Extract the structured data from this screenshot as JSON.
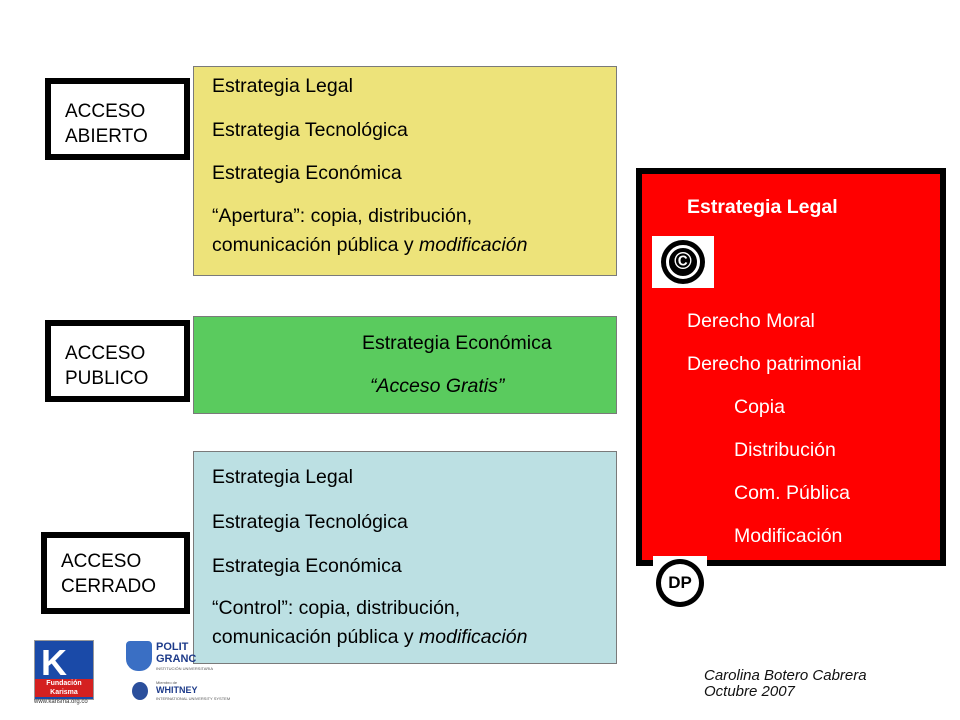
{
  "labels": {
    "open": [
      "ACCESO",
      "ABIERTO"
    ],
    "public": [
      "ACCESO",
      "PUBLICO"
    ],
    "closed": [
      "ACCESO",
      "CERRADO"
    ]
  },
  "open_panel": {
    "lines": [
      "Estrategia Legal",
      "Estrategia Tecnológica",
      "Estrategia Económica"
    ],
    "quote": "“Apertura”: copia, distribución,",
    "last_prefix": "comunicación pública y ",
    "last_emph": "modificación"
  },
  "public_panel": {
    "line1": "Estrategia Económica",
    "line2": "“Acceso Gratis”"
  },
  "closed_panel": {
    "lines": [
      "Estrategia Legal",
      "Estrategia Tecnológica",
      "Estrategia Económica"
    ],
    "quote": "“Control”: copia, distribución,",
    "last_prefix": "comunicación pública y ",
    "last_emph": "modificación"
  },
  "red_panel": {
    "title": "Estrategia Legal",
    "items": [
      "Derecho Moral",
      "Derecho patrimonial"
    ],
    "subitems": [
      "Copia",
      "Distribución",
      "Com. Pública",
      "Modificación"
    ]
  },
  "icons": {
    "copyright": "©",
    "dp": "DP"
  },
  "footer": {
    "logo1_name": "Fundación Karisma",
    "logo1_url": "www.karisma.org.co",
    "logo2_line1": "POLIT",
    "logo2_line2": "GRANC",
    "logo2_sub": "INSTITUCIÓN UNIVERSITARIA",
    "logo3_member": "Miembro de",
    "logo3_name": "WHITNEY",
    "logo3_sub": "INTERNATIONAL UNIVERSITY SYSTEM",
    "author": "Carolina Botero Cabrera",
    "date": "Octubre 2007"
  },
  "colors": {
    "open": "#ede37a",
    "public": "#5acb5e",
    "closed": "#bce0e3",
    "red": "#ff0000"
  }
}
